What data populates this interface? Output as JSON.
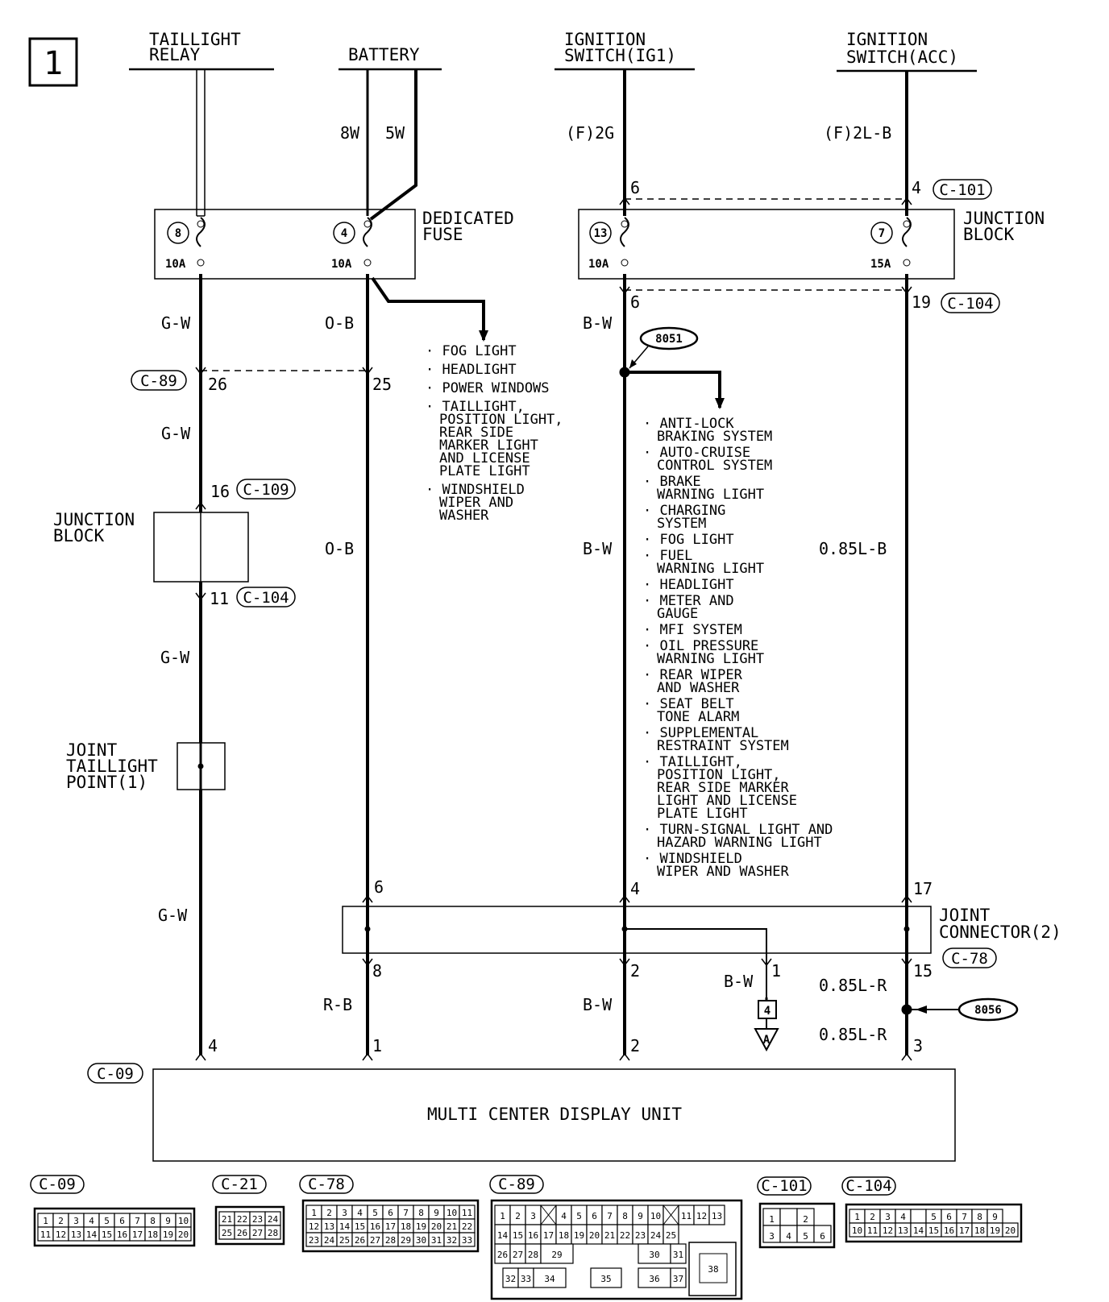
{
  "page_number": "1",
  "sources": {
    "taillight_relay": [
      "TAILLIGHT",
      "RELAY"
    ],
    "battery": "BATTERY",
    "ignition_ig1": [
      "IGNITION",
      "SWITCH(IG1)"
    ],
    "ignition_acc": [
      "IGNITION",
      "SWITCH(ACC)"
    ]
  },
  "wire_codes": {
    "w_8w": "8W",
    "w_5w": "5W",
    "w_f2g": "(F)2G",
    "w_f2lb": "(F)2L-B",
    "gw": "G-W",
    "ob": "O-B",
    "bw": "B-W",
    "rb": "R-B",
    "l085b": "0.85L-B",
    "l085r": "0.85L-R"
  },
  "fuse_blocks": {
    "dedicated": [
      "DEDICATED",
      "FUSE"
    ],
    "junction": [
      "JUNCTION",
      "BLOCK"
    ],
    "fuses": [
      {
        "num": "8",
        "rating": "10A"
      },
      {
        "num": "4",
        "rating": "10A"
      },
      {
        "num": "13",
        "rating": "10A"
      },
      {
        "num": "7",
        "rating": "15A"
      }
    ]
  },
  "pins": {
    "p6a": "6",
    "p4a": "4",
    "p6b": "6",
    "p19": "19",
    "p26": "26",
    "p25": "25",
    "p16": "16",
    "p11": "11",
    "p6c": "6",
    "p4c": "4",
    "p17": "17",
    "p8": "8",
    "p2a": "2",
    "p1a": "1",
    "p15": "15",
    "p4d": "4",
    "p1d": "1",
    "p2d": "2",
    "p3d": "3"
  },
  "connectors": {
    "c101": "C-101",
    "c104": "C-104",
    "c89": "C-89",
    "c109": "C-109",
    "c78": "C-78",
    "c09": "C-09",
    "c21": "C-21"
  },
  "splices": {
    "s8051": "8051",
    "s8056": "8056"
  },
  "junction_block_mid": [
    "JUNCTION",
    "BLOCK"
  ],
  "joint_taillight": [
    "JOINT",
    "TAILLIGHT",
    "POINT(1)"
  ],
  "joint_connector": [
    "JOINT",
    "CONNECTOR(2)"
  ],
  "ref_box": "4",
  "ref_arrow": "A",
  "display_unit": "MULTI CENTER DISPLAY UNIT",
  "battery_list": [
    [
      "· FOG LIGHT"
    ],
    [
      "· HEADLIGHT"
    ],
    [
      "· POWER WINDOWS"
    ],
    [
      "· TAILLIGHT,",
      "POSITION LIGHT,",
      "REAR SIDE",
      "MARKER LIGHT",
      "AND LICENSE",
      "PLATE LIGHT"
    ],
    [
      "· WINDSHIELD",
      "WIPER AND",
      "WASHER"
    ]
  ],
  "ig1_list": [
    [
      "· ANTI-LOCK",
      "BRAKING SYSTEM"
    ],
    [
      "· AUTO-CRUISE",
      "CONTROL SYSTEM"
    ],
    [
      "· BRAKE",
      "WARNING LIGHT"
    ],
    [
      "· CHARGING",
      "SYSTEM"
    ],
    [
      "· FOG LIGHT"
    ],
    [
      "· FUEL",
      "WARNING LIGHT"
    ],
    [
      "· HEADLIGHT"
    ],
    [
      "· METER AND",
      "GAUGE"
    ],
    [
      "· MFI SYSTEM"
    ],
    [
      "· OIL PRESSURE",
      "WARNING LIGHT"
    ],
    [
      "· REAR WIPER",
      "AND WASHER"
    ],
    [
      "· SEAT BELT",
      "TONE ALARM"
    ],
    [
      "· SUPPLEMENTAL",
      "RESTRAINT SYSTEM"
    ],
    [
      "· TAILLIGHT,",
      "POSITION LIGHT,",
      "REAR SIDE MARKER",
      "LIGHT AND LICENSE",
      "PLATE LIGHT"
    ],
    [
      "· TURN-SIGNAL LIGHT AND",
      "HAZARD WARNING LIGHT"
    ],
    [
      "· WINDSHIELD",
      "WIPER AND WASHER"
    ]
  ],
  "connector_faces": {
    "c09": {
      "label": "C-09",
      "rows": [
        [
          "1",
          "2",
          "3",
          "4",
          "5",
          "6",
          "7",
          "8",
          "9",
          "10"
        ],
        [
          "11",
          "12",
          "13",
          "14",
          "15",
          "16",
          "17",
          "18",
          "19",
          "20"
        ]
      ]
    },
    "c21": {
      "label": "C-21",
      "rows": [
        [
          "21",
          "22",
          "23",
          "24"
        ],
        [
          "25",
          "26",
          "27",
          "28"
        ]
      ]
    },
    "c78": {
      "label": "C-78",
      "rows": [
        [
          "1",
          "2",
          "3",
          "4",
          "5",
          "6",
          "7",
          "8",
          "9",
          "10",
          "11"
        ],
        [
          "12",
          "13",
          "14",
          "15",
          "16",
          "17",
          "18",
          "19",
          "20",
          "21",
          "22"
        ],
        [
          "23",
          "24",
          "25",
          "26",
          "27",
          "28",
          "29",
          "30",
          "31",
          "32",
          "33"
        ]
      ]
    },
    "c89": {
      "label": "C-89",
      "row1": [
        "1",
        "2",
        "3",
        "X",
        "4",
        "5",
        "6",
        "7",
        "8",
        "9",
        "10",
        "X",
        "11",
        "12",
        "13"
      ],
      "row2": [
        "14",
        "15",
        "16",
        "17",
        "18",
        "19",
        "20",
        "21",
        "22",
        "23",
        "24",
        "25"
      ],
      "row3a": [
        "26",
        "27",
        "28",
        "29"
      ],
      "row3b": [
        "30",
        "31"
      ],
      "row4a": [
        "32",
        "33",
        "34"
      ],
      "row4mid": "35",
      "row4b": [
        "36",
        "37"
      ],
      "big": "38"
    },
    "c101": {
      "label": "C-101",
      "rows": [
        [
          "1",
          "",
          "2"
        ],
        [
          "3",
          "4",
          "5",
          "6"
        ]
      ]
    },
    "c104": {
      "label": "C-104",
      "rows": [
        [
          "1",
          "2",
          "3",
          "4",
          "",
          "5",
          "6",
          "7",
          "8",
          "9"
        ],
        [
          "10",
          "11",
          "12",
          "13",
          "14",
          "15",
          "16",
          "17",
          "18",
          "19",
          "20"
        ]
      ]
    }
  }
}
